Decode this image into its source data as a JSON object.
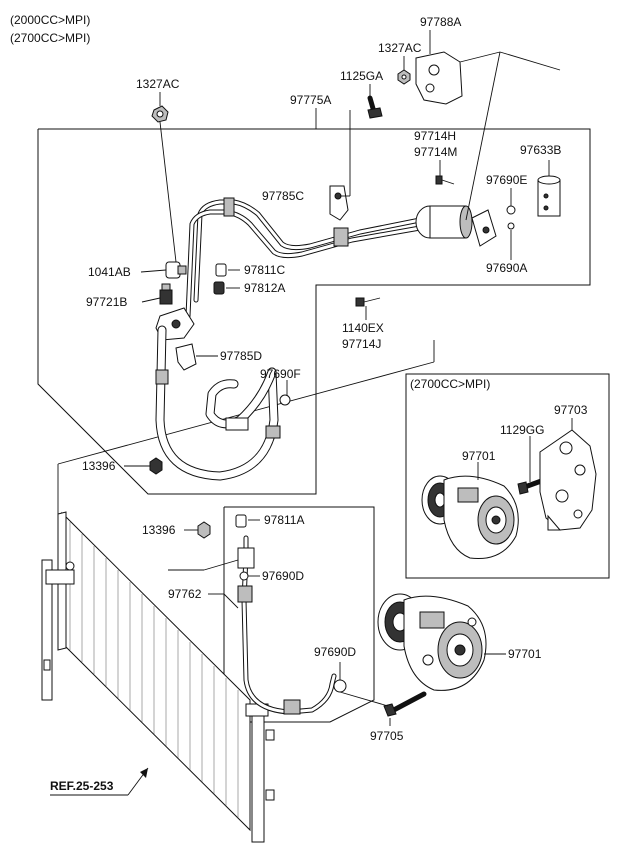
{
  "header": {
    "line1": "(2000CC>MPI)",
    "line2": "(2700CC>MPI)"
  },
  "inset": {
    "title": "(2700CC>MPI)",
    "labels": {
      "p97703": "97703",
      "p1129GG": "1129GG",
      "p97701": "97701"
    }
  },
  "labels": {
    "p97788A": "97788A",
    "p1327AC_top": "1327AC",
    "p1327AC_left": "1327AC",
    "p1125GA": "1125GA",
    "p97775A": "97775A",
    "p97714H": "97714H",
    "p97714M": "97714M",
    "p97633B": "97633B",
    "p97785C": "97785C",
    "p97690E": "97690E",
    "p97690A": "97690A",
    "p1041AB": "1041AB",
    "p97811C": "97811C",
    "p97812A": "97812A",
    "p97721B": "97721B",
    "p1140EX": "1140EX",
    "p97714J": "97714J",
    "p97785D": "97785D",
    "p97690F": "97690F",
    "p13396_a": "13396",
    "p13396_b": "13396",
    "p97811A": "97811A",
    "p97690D_a": "97690D",
    "p97762": "97762",
    "p97690D_b": "97690D",
    "p97701": "97701",
    "p97705": "97705"
  },
  "reference": "REF.25-253"
}
